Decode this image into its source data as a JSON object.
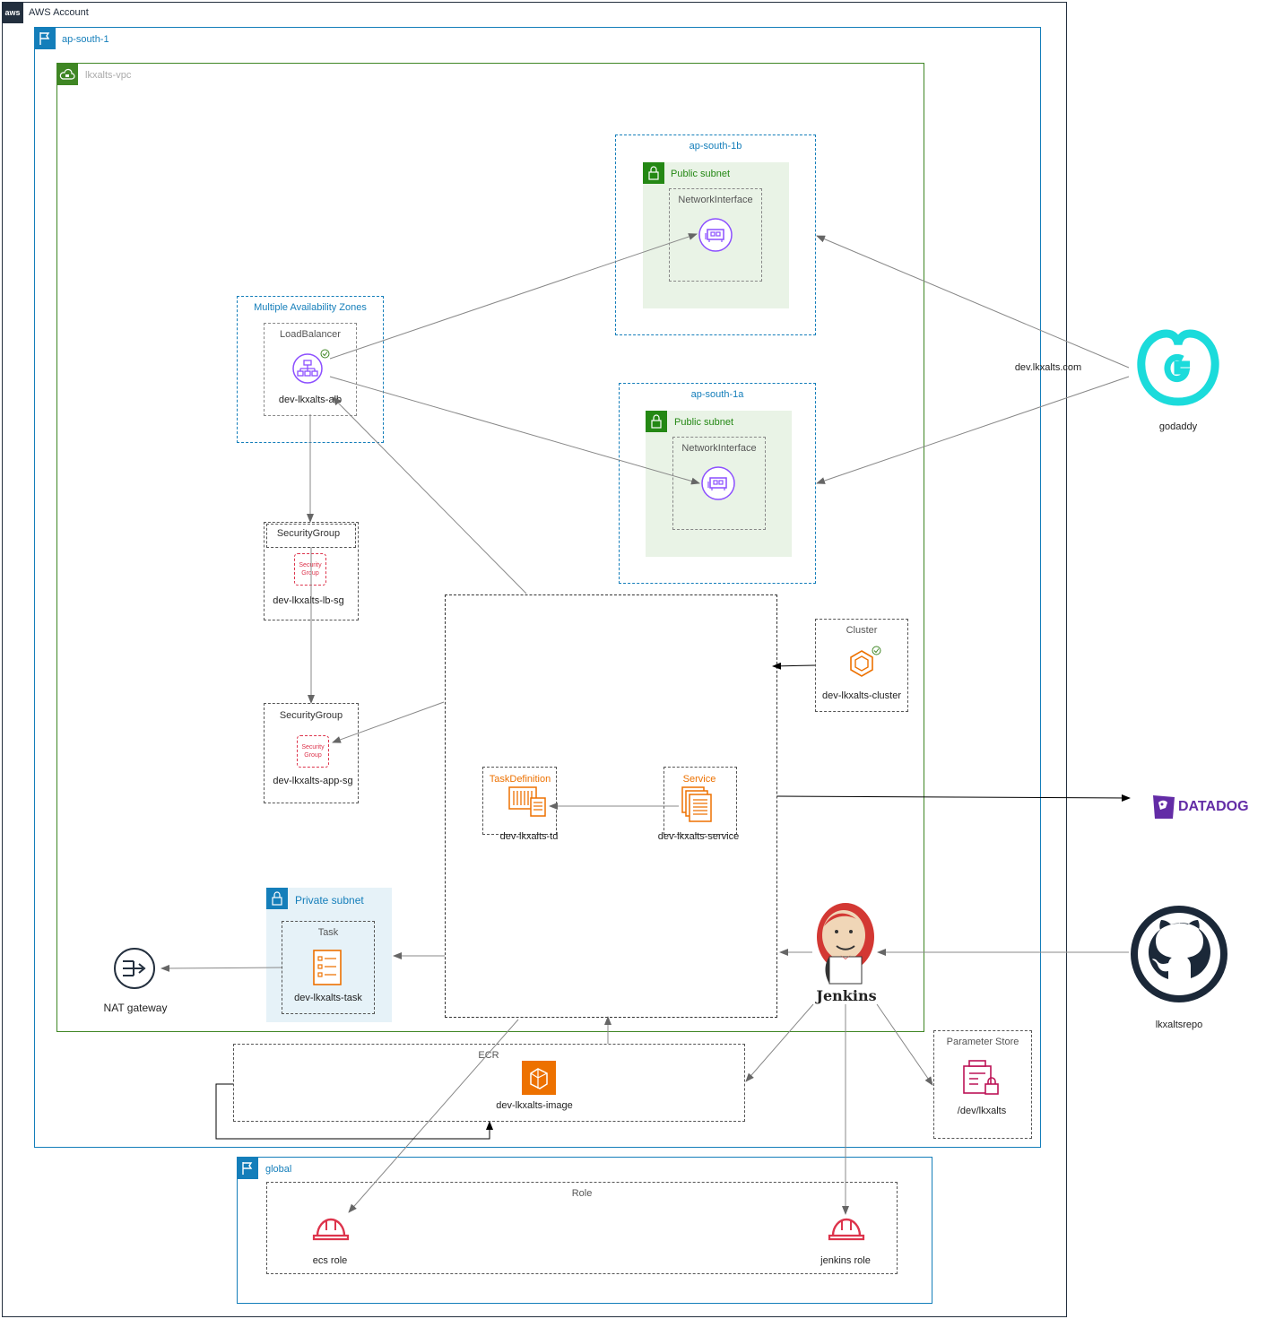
{
  "account": {
    "label": "AWS Account",
    "icon": "aws-logo-icon",
    "badge": "aws"
  },
  "region": {
    "label": "ap-south-1",
    "icon": "region-flag-icon"
  },
  "vpc": {
    "label": "lkxalts-vpc",
    "icon": "vpc-cloud-lock-icon"
  },
  "az_1b": {
    "label": "ap-south-1b",
    "subnet_label": "Public subnet",
    "eni_label": "NetworkInterface"
  },
  "az_1a": {
    "label": "ap-south-1a",
    "subnet_label": "Public subnet",
    "eni_label": "NetworkInterface"
  },
  "multi_az": {
    "label": "Multiple Availability Zones",
    "lb_group_label": "LoadBalancer",
    "lb_name": "dev-lkxalts-alb"
  },
  "lb_sg": {
    "group_label": "SecurityGroup",
    "icon_text": "Security Group",
    "name": "dev-lkxalts-lb-sg"
  },
  "app_sg": {
    "group_label": "SecurityGroup",
    "icon_text": "Security Group",
    "name": "dev-lkxalts-app-sg"
  },
  "ecs_box": {
    "task_def": {
      "group_label": "TaskDefinition",
      "name": "dev-lkxalts-td"
    },
    "service": {
      "group_label": "Service",
      "name": "dev-lkxalts-service"
    }
  },
  "cluster": {
    "group_label": "Cluster",
    "name": "dev-lkxalts-cluster"
  },
  "private_subnet": {
    "label": "Private subnet",
    "task_group_label": "Task",
    "task_name": "dev-lkxalts-task"
  },
  "nat": {
    "label": "NAT gateway"
  },
  "ecr": {
    "label": "ECR",
    "name": "dev-lkxalts-image"
  },
  "param_store": {
    "label": "Parameter Store",
    "name": "/dev/lkxalts"
  },
  "jenkins": {
    "label": "Jenkins"
  },
  "godaddy": {
    "label": "godaddy",
    "domain": "dev.lkxalts.com"
  },
  "datadog": {
    "label": "DATADOG"
  },
  "github": {
    "label": "lkxaltsrepo"
  },
  "global": {
    "label": "global",
    "role_group_label": "Role",
    "ecs_role": "ecs role",
    "jenkins_role": "jenkins role"
  },
  "colors": {
    "region_blue": "#147eba",
    "vpc_green": "#3f8624",
    "subnet_green_fill": "#e9f3e6",
    "subnet_green": "#248814",
    "private_blue_fill": "#e6f2f8",
    "purple": "#8c4fff",
    "orange": "#ed7100",
    "red": "#dd344c",
    "param_pink": "#bc1356",
    "godaddy_teal": "#1bdbdb",
    "datadog_purple": "#632ca6",
    "edge_gray": "#666666"
  }
}
